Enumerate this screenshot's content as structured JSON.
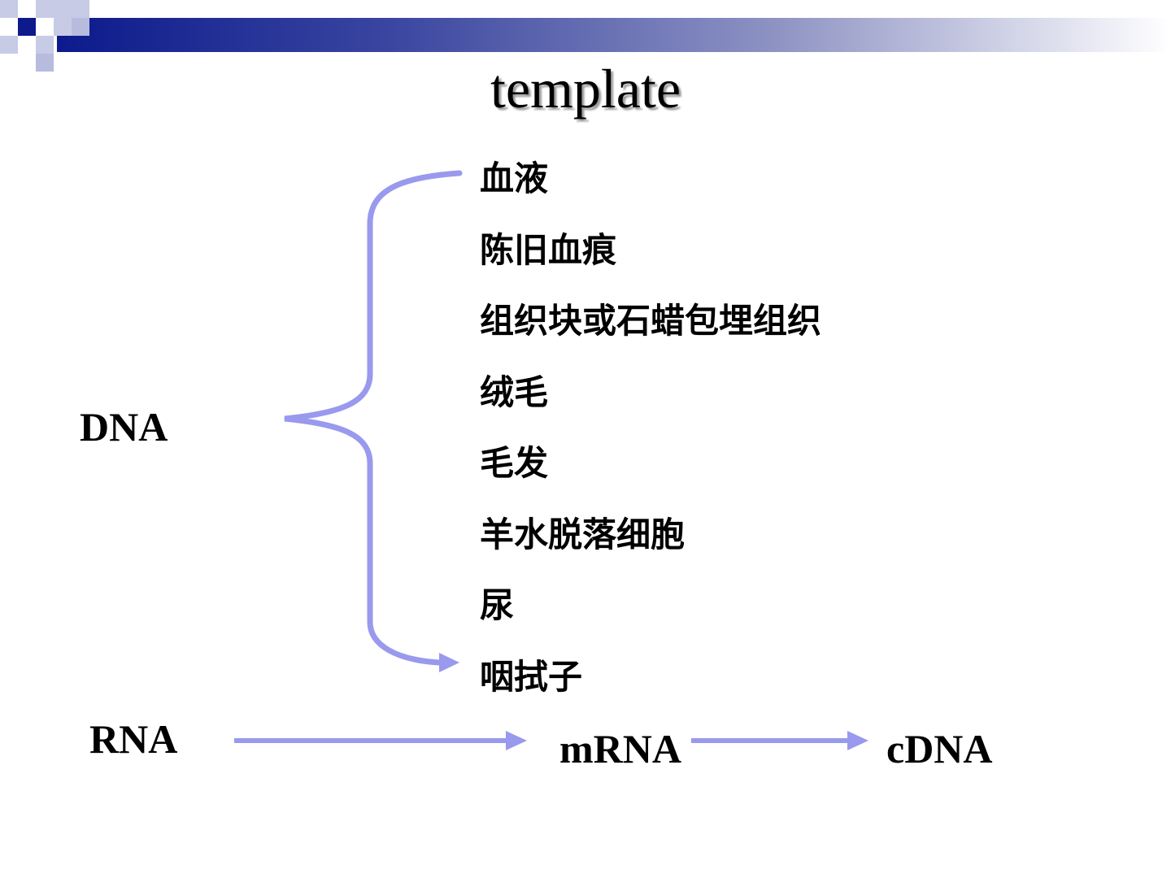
{
  "slide": {
    "title": "template",
    "accent_color": "#9999ee",
    "band_color": "#0c1a8c"
  },
  "diagram": {
    "source_dna": "DNA",
    "samples": [
      "血液",
      "陈旧血痕",
      "组织块或石蜡包埋组织",
      "绒毛",
      "毛发",
      "羊水脱落细胞",
      "尿",
      "咽拭子"
    ],
    "rna_flow": [
      "RNA",
      "mRNA",
      "cDNA"
    ]
  }
}
